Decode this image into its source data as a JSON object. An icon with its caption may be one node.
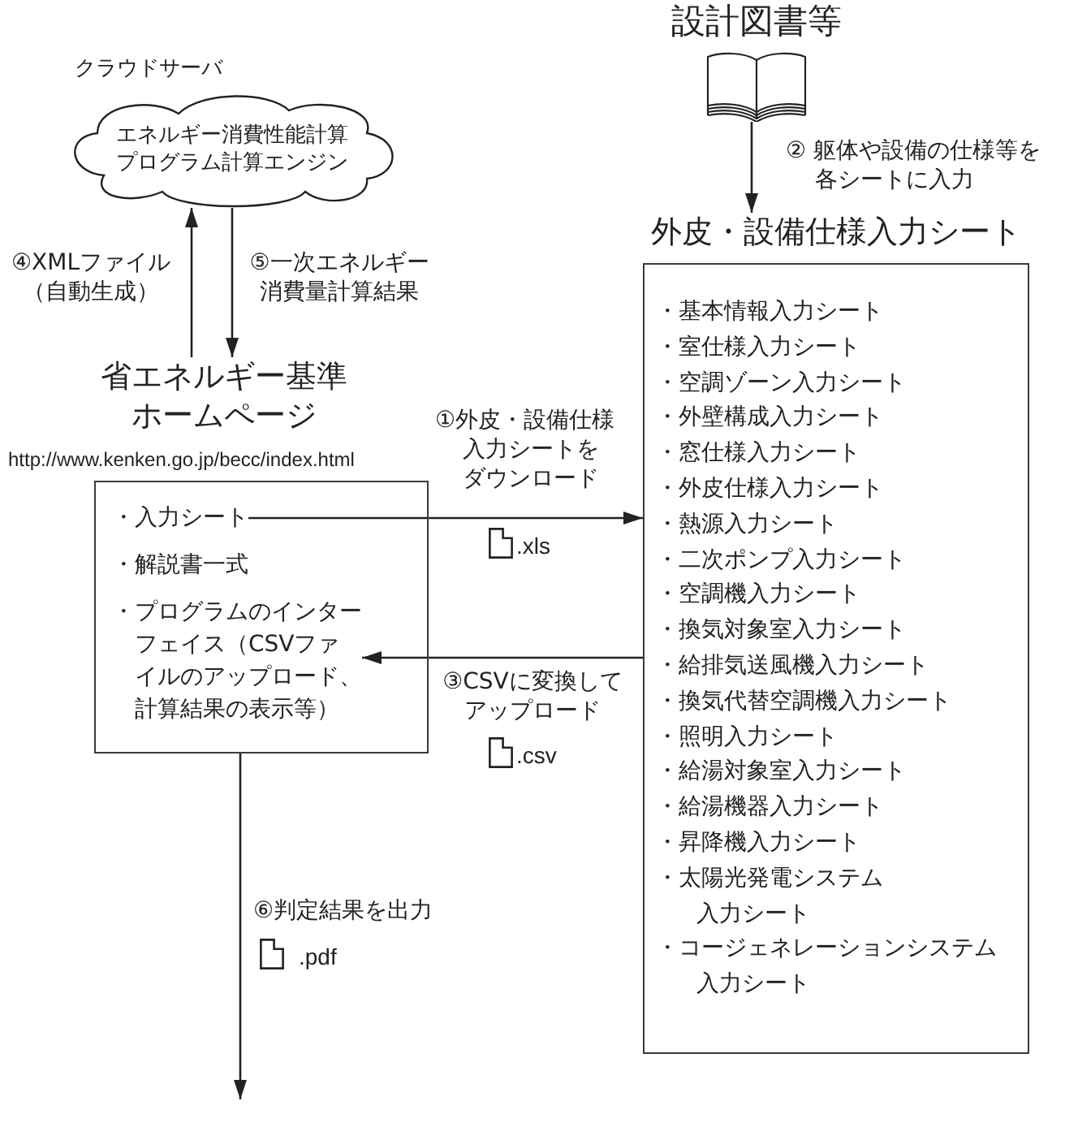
{
  "diagram": {
    "nodes": [
      {
        "text": [
          "エネルギー消費性能計算プログラム計算エンジン"
        ],
        "beside": [
          "クラウドサーバ"
        ]
      },
      {
        "text": [
          "設計図書等"
        ]
      },
      {
        "text": [
          "外皮・設備仕様入力シート",
          "・基本情報入力シート",
          "・室仕様入力シート",
          "・空調ゾーン入力シート",
          "・外壁構成入力シート",
          "・窓仕様入力シート",
          "・外皮仕様入力シート",
          "・熱源入力シート",
          "・二次ポンプ入力シート",
          "・空調機入力シート",
          "・換気対象室入力シート",
          "・給排気送風機入力シート",
          "・換気代替空調機入力シート",
          "・照明入力シート",
          "・給湯対象室入力シート",
          "・給湯機器入力シート",
          "・昇降機入力シート",
          "・太陽光発電システム入力シート",
          "・コージェネレーションシステム入力シート"
        ]
      },
      {
        "text": [
          "省エネルギー基準ホームページ",
          "http://www.kenken.go.jp/becc/index.html"
        ]
      },
      {
        "text": [
          "・入力シート"
        ],
        "in": 3
      },
      {
        "text": [
          "・解説書一式"
        ],
        "in": 3
      },
      {
        "text": [
          "・プログラムのインターフェイス（CSVファイルのアップロード、計算結果の表示等）"
        ],
        "in": 3
      }
    ],
    "edges": [
      {
        "from": 3,
        "to": 0,
        "arrow": "to",
        "label": "④XMLファイル（自動生成）"
      },
      {
        "from": 0,
        "to": 3,
        "arrow": "to",
        "label": "⑤一次エネルギー消費量計算結果"
      },
      {
        "from": 1,
        "to": 2,
        "arrow": "to",
        "label": "② 躯体や設備の仕様等を各シートに入力"
      },
      {
        "from": 4,
        "to": 2,
        "arrow": "to",
        "label": "①外皮・設備仕様入力シートをダウンロード"
      },
      {
        "from": 2,
        "to": 6,
        "arrow": "to",
        "label": "③CSVに変換してアップロード"
      },
      {
        "from": 3,
        "to": null,
        "arrow": "to",
        "label": "⑥判定結果を出力"
      }
    ],
    "labels": [
      ".xls",
      ".csv",
      ".pdf"
    ]
  }
}
